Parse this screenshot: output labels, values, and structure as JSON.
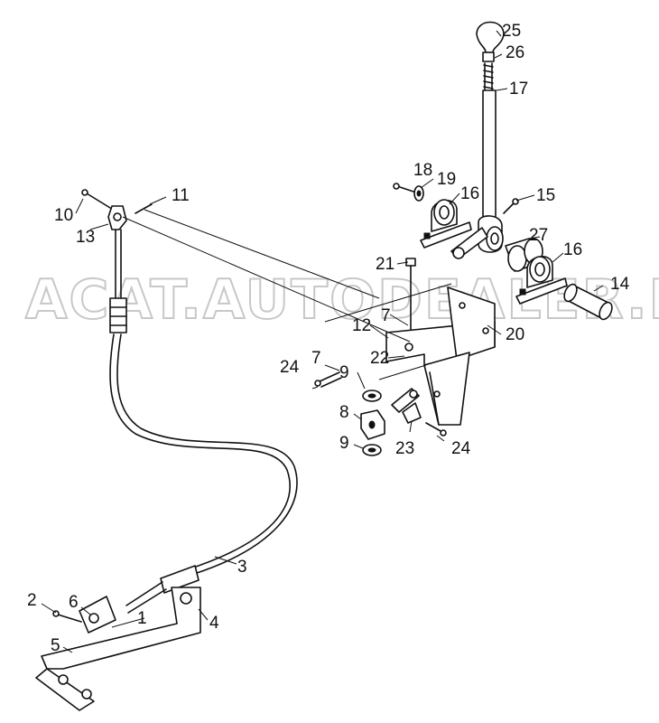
{
  "watermark": "ACAT.AUTODEALER.RU",
  "callouts": [
    "1",
    "2",
    "3",
    "4",
    "5",
    "6",
    "7",
    "7",
    "8",
    "9",
    "9",
    "10",
    "11",
    "12",
    "13",
    "14",
    "15",
    "16",
    "16",
    "17",
    "18",
    "19",
    "20",
    "21",
    "22",
    "23",
    "24",
    "24",
    "25",
    "26",
    "27"
  ]
}
